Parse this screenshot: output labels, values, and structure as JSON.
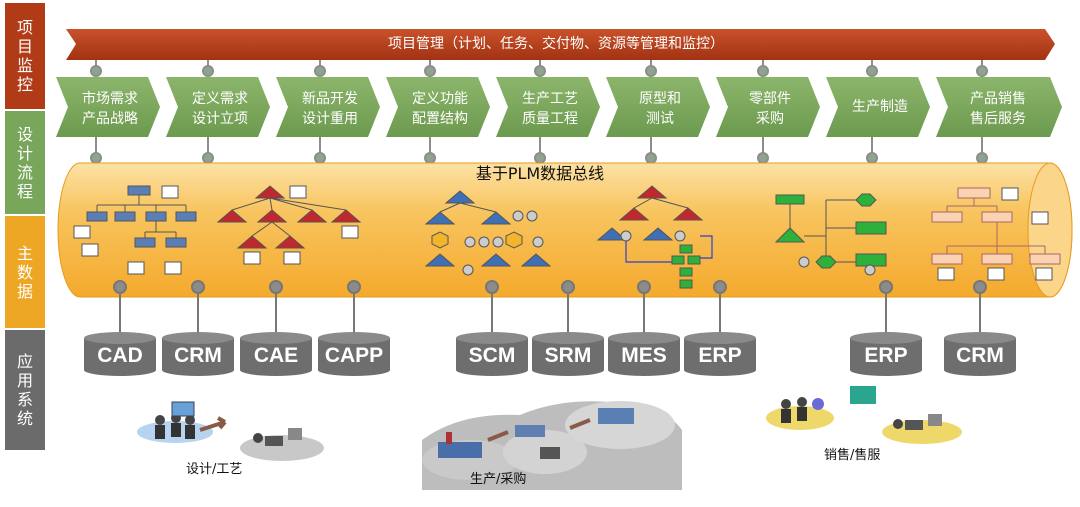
{
  "lanes": [
    {
      "label": "项目监控",
      "color": "#b13a17"
    },
    {
      "label": "设计流程",
      "color": "#78a65a"
    },
    {
      "label": "主数据",
      "color": "#eea724"
    },
    {
      "label": "应用系统",
      "color": "#6b6b6b"
    }
  ],
  "project_bar": {
    "label": "项目管理（计划、任务、交付物、资源等管理和监控）"
  },
  "steps": [
    {
      "line1": "市场需求",
      "line2": "产品战略"
    },
    {
      "line1": "定义需求",
      "line2": "设计立项"
    },
    {
      "line1": "新品开发",
      "line2": "设计重用"
    },
    {
      "line1": "定义功能",
      "line2": "配置结构"
    },
    {
      "line1": "生产工艺",
      "line2": "质量工程"
    },
    {
      "line1": "原型和",
      "line2": "测试"
    },
    {
      "line1": "零部件",
      "line2": "采购"
    },
    {
      "line1": "生产制造",
      "line2": ""
    },
    {
      "line1": "产品销售",
      "line2": "售后服务"
    }
  ],
  "bus": {
    "label": "基于PLM数据总线"
  },
  "apps": [
    "CAD",
    "CRM",
    "CAE",
    "CAPP",
    "SCM",
    "SRM",
    "MES",
    "ERP",
    "ERP",
    "CRM"
  ],
  "scenes": {
    "design": "设计/工艺",
    "production": "生产/采购",
    "sales": "销售/售服"
  },
  "colors": {
    "project_bar": "#b13a17",
    "steps": "#78a65a",
    "bus": "#f6b13c",
    "apps": "#6e6e6e"
  }
}
